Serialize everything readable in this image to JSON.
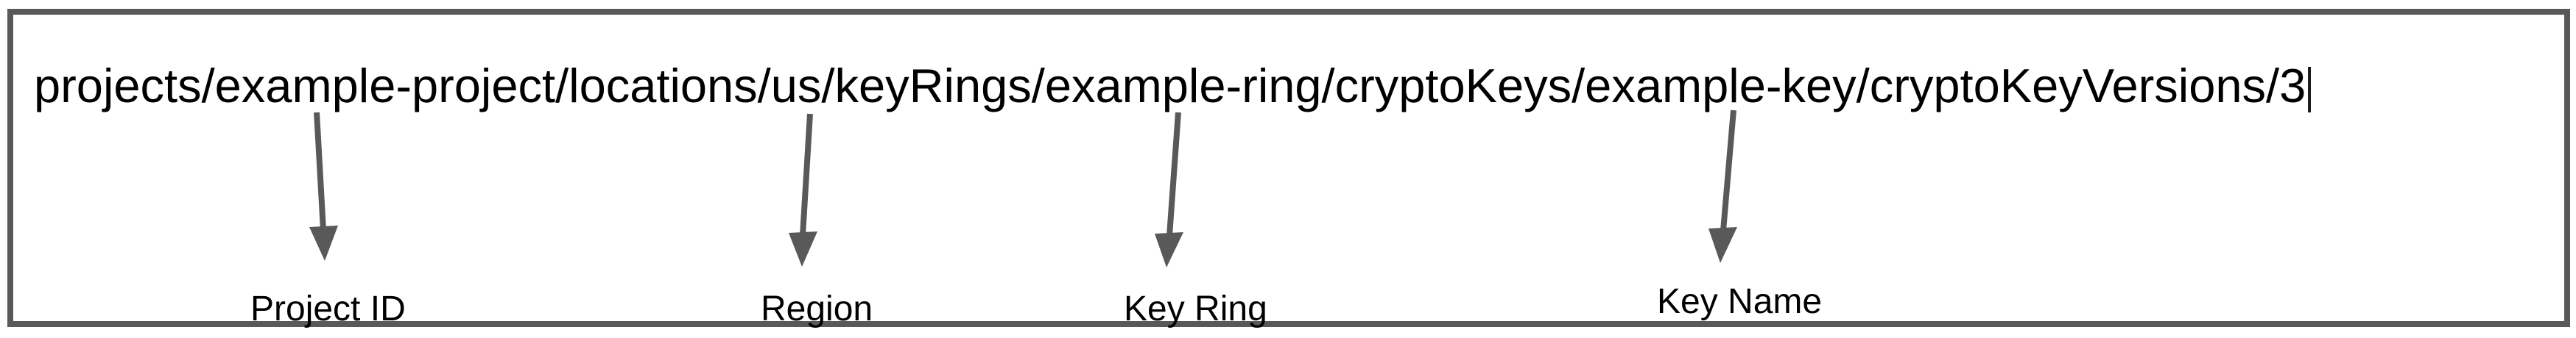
{
  "diagram": {
    "resource_path": {
      "text": "projects/example-project/locations/us/keyRings/example-ring/cryptoKeys/example-key/cryptoKeyVersions/3",
      "has_text_caret": true
    },
    "annotations": [
      {
        "label": "Project ID",
        "points_to": "example-project"
      },
      {
        "label": "Region",
        "points_to": "us"
      },
      {
        "label": "Key Ring",
        "points_to": "example-ring"
      },
      {
        "label": "Key Name",
        "points_to": "example-key"
      }
    ],
    "colors": {
      "arrow": "#595959",
      "frame_border": "#58595b",
      "text": "#000000",
      "background": "#ffffff"
    }
  }
}
